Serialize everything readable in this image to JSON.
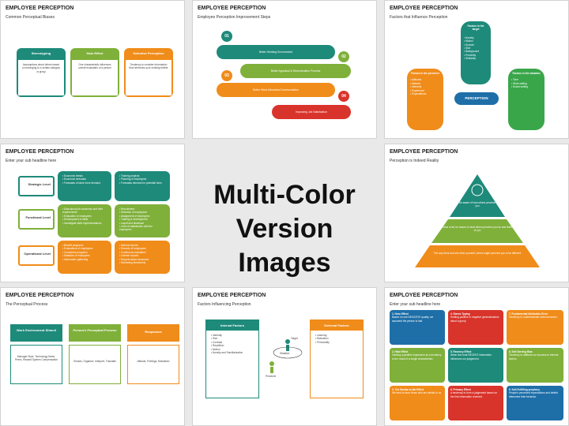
{
  "center": {
    "line1": "Multi-Color",
    "line2": "Version Images"
  },
  "slides": {
    "s1": {
      "title": "EMPLOYEE PERCEPTION",
      "subtitle": "Common Perceptual Biases",
      "cards": [
        {
          "head": "Stereotyping",
          "text": "Assumptions about others based on belonging to a certain category or group",
          "color": "#1e8a7a"
        },
        {
          "head": "Halo Effect",
          "text": "One characteristic influences overall evaluation of a person",
          "color": "#7fb03a"
        },
        {
          "head": "Selective Perception",
          "text": "Tendency to consider information that reinforces your existing beliefs",
          "color": "#f08c1a"
        }
      ]
    },
    "s2": {
      "title": "EMPLOYEE PERCEPTION",
      "subtitle": "Employee Perception Improvement Steps",
      "steps": [
        {
          "num": "01",
          "text": "Better Working Environment",
          "color": "#1e8a7a"
        },
        {
          "num": "02",
          "text": "Better Appraisal & Remuneration Process",
          "color": "#7fb03a"
        },
        {
          "num": "03",
          "text": "Better Work Allocation/Communication",
          "color": "#f08c1a"
        },
        {
          "num": "04",
          "text": "Improving Job Satisfaction",
          "color": "#d9342b"
        }
      ]
    },
    "s3": {
      "title": "EMPLOYEE PERCEPTION",
      "subtitle": "Factors that Influence Perception",
      "center_label": "PERCEPTION",
      "target": {
        "head": "Factors in the target",
        "items": [
          "Novelty",
          "Motion",
          "Sounds",
          "Size",
          "Background",
          "Proximity",
          "Similarity"
        ]
      },
      "perceiver": {
        "head": "Factors in the perceiver",
        "items": [
          "Attitudes",
          "Motives",
          "Interests",
          "Experience",
          "Expectations"
        ]
      },
      "situation": {
        "head": "Factors in the situation",
        "items": [
          "Time",
          "Work setting",
          "Social setting"
        ]
      }
    },
    "s4": {
      "title": "EMPLOYEE PERCEPTION",
      "subtitle": "Enter your sub headline here",
      "levels": [
        {
          "label": "Strategic Level",
          "color": "#1e8a7a",
          "left": [
            "Economic trends",
            "Economic forecasts",
            "Forecasts of labor force demand"
          ],
          "right": [
            "Training projects",
            "Planning of employees",
            "Forecasts demand for potential hires"
          ]
        },
        {
          "label": "Functional Level",
          "color": "#7fb03a",
          "left": [
            "Data about job vacancies and their requirements",
            "Evaluation of employees",
            "Development of skills",
            "Investigate skills implementations"
          ],
          "right": [
            "Recruitment",
            "Selection of employees",
            "Assignment of employees",
            "Training & development",
            "Layoff and dismissal",
            "Level of satisfaction with the employees"
          ]
        },
        {
          "label": "Operational Level",
          "color": "#f08c1a",
          "left": [
            "Benefit programs",
            "Evaluations of employees",
            "Conducted programs",
            "Statistics of employees",
            "Information gathering"
          ],
          "right": [
            "Internal reports",
            "Records of employees",
            "Continuous evaluation",
            "Listener reports",
            "Reports about vacancies",
            "Monitoring timesheets"
          ]
        }
      ]
    },
    "s5": {
      "title": "EMPLOYEE PERCEPTION",
      "subtitle": "Perception is Indeed Reality",
      "tiers": [
        {
          "text": "Be aware of how others perceive you",
          "color": "#1e8a7a"
        },
        {
          "text": "Most of all, be aware of what others perceive you do and think of you",
          "color": "#7fb03a"
        },
        {
          "text": "The way think and see other yourself, others might perceive you to be different",
          "color": "#f08c1a"
        }
      ]
    },
    "s6": {
      "title": "EMPLOYEE PERCEPTION",
      "subtitle": "The Perceptual Process",
      "columns": [
        {
          "head": "Work Environment Stimuli",
          "text": "Manager Style, Technology Noise, Peers, Reward System Compensation",
          "color": "#1e8a7a"
        },
        {
          "head": "Person's Perceptual Process",
          "text": "Senses, Organize, Interpret, Translate",
          "color": "#7fb03a"
        },
        {
          "head": "Responses",
          "text": "Attitude, Feelings, Motivation",
          "color": "#f08c1a"
        }
      ]
    },
    "s7": {
      "title": "EMPLOYEE PERCEPTION",
      "subtitle": "Factors Influencing Perception",
      "internal": {
        "head": "Internal Factors",
        "items": [
          "Intensity",
          "Size",
          "Contrast",
          "Repetition",
          "Motion",
          "Novelty and Familiarization"
        ]
      },
      "external": {
        "head": "External Factors",
        "items": [
          "Learning",
          "Motivation",
          "Personality"
        ]
      },
      "diagram": {
        "target": "Target",
        "situation": "Situation",
        "perceiver": "Perceiver"
      }
    },
    "s8": {
      "title": "EMPLOYEE PERCEPTION",
      "subtitle": "Enter your sub headline here",
      "boxes": [
        {
          "head": "1. Horn Effect",
          "text": "Based on one NEGATIVE quality, we assumed the person is bad",
          "color": "#1e6fa8"
        },
        {
          "head": "4. Stereo Typing",
          "text": "Holding positive or negative generalizations about a group",
          "color": "#d9342b"
        },
        {
          "head": "7. Fundamental Attribution Error",
          "text": "Tendency to underestimate external factors",
          "color": "#f08c1a"
        },
        {
          "head": "2. Halo Effect",
          "text": "Viewing a positive impression as a tendency to the result of a single characteristic",
          "color": "#7fb03a"
        },
        {
          "head": "5. Recency Effect",
          "text": "When the most RECENT information influences our judgement",
          "color": "#1e8a7a"
        },
        {
          "head": "8. Self-Serving Bias",
          "text": "Tendency to attribute our success to internal factors",
          "color": "#7fb03a"
        },
        {
          "head": "3. The Similar-to-Me Effect",
          "text": "We tend to favor those who are similar to us",
          "color": "#f08c1a"
        },
        {
          "head": "6. Primacy Effect",
          "text": "A tendency to form a judgement based on the first information received",
          "color": "#d9342b"
        },
        {
          "head": "9. Self-Fulfilling prophecy",
          "text": "People's perceived expectations and beliefs determine their behavior",
          "color": "#1e6fa8"
        }
      ]
    }
  }
}
